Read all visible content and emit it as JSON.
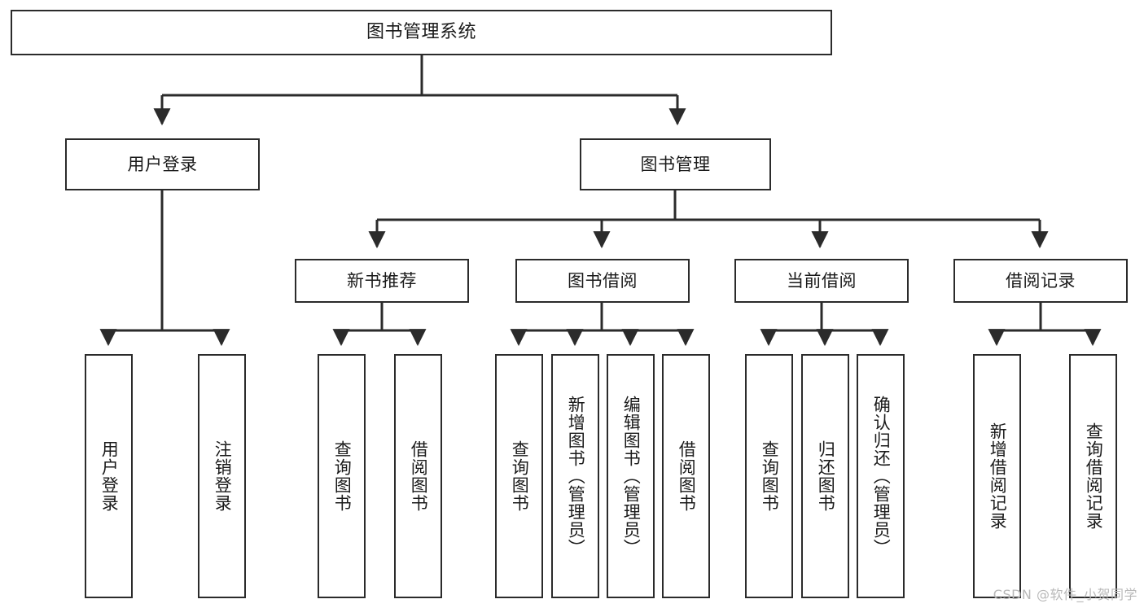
{
  "diagram": {
    "type": "tree",
    "title": "图书管理系统",
    "watermark": "CSDN @软件_小贺同学",
    "colors": {
      "box_border": "#2b2b2b",
      "box_fill": "#ffffff",
      "connector": "#2b2b2b",
      "text": "#1a1a1a",
      "watermark": "#b9b9b9",
      "background": "#ffffff"
    },
    "root": {
      "label": "图书管理系统"
    },
    "level1": [
      {
        "label": "用户登录"
      },
      {
        "label": "图书管理"
      }
    ],
    "level2": [
      {
        "label": "新书推荐"
      },
      {
        "label": "图书借阅"
      },
      {
        "label": "当前借阅"
      },
      {
        "label": "借阅记录"
      }
    ],
    "leaves": {
      "user_login": [
        {
          "label": "用户登录"
        },
        {
          "label": "注销登录"
        }
      ],
      "new_book_recommend": [
        {
          "label": "查询图书"
        },
        {
          "label": "借阅图书"
        }
      ],
      "book_borrow": [
        {
          "label": "查询图书"
        },
        {
          "label": "新增图书（管理员）"
        },
        {
          "label": "编辑图书（管理员）"
        },
        {
          "label": "借阅图书"
        }
      ],
      "current_borrow": [
        {
          "label": "查询图书"
        },
        {
          "label": "归还图书"
        },
        {
          "label": "确认归还（管理员）"
        }
      ],
      "borrow_record": [
        {
          "label": "新增借阅记录"
        },
        {
          "label": "查询借阅记录"
        }
      ]
    }
  }
}
